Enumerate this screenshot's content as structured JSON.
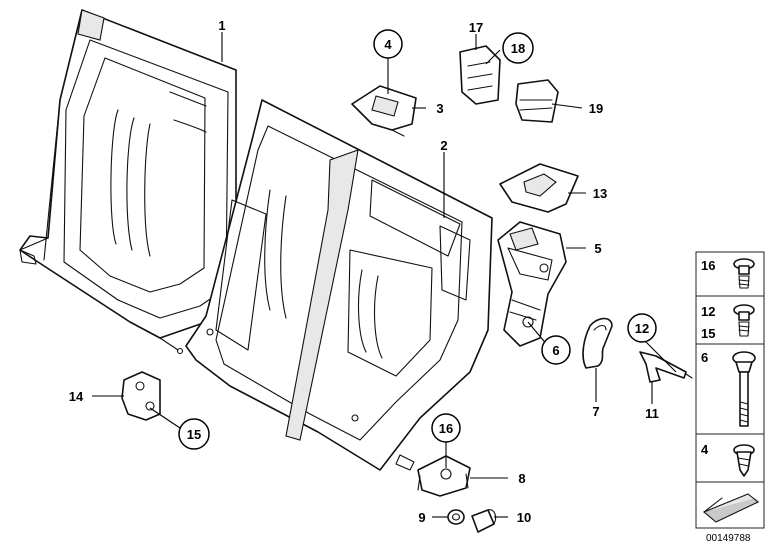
{
  "callouts": {
    "c1": "1",
    "c2": "2",
    "c3": "3",
    "c4": "4",
    "c5": "5",
    "c6": "6",
    "c7": "7",
    "c8": "8",
    "c9": "9",
    "c10": "10",
    "c11": "11",
    "c12": "12",
    "c13": "13",
    "c14": "14",
    "c15": "15",
    "c16": "16",
    "c17": "17",
    "c18": "18",
    "c19": "19"
  },
  "fastener_legend": {
    "rows": [
      {
        "labels": [
          "16"
        ]
      },
      {
        "labels": [
          "12",
          "15"
        ]
      },
      {
        "labels": [
          "6"
        ]
      },
      {
        "labels": [
          "4"
        ]
      }
    ]
  },
  "document_number": "00149788"
}
